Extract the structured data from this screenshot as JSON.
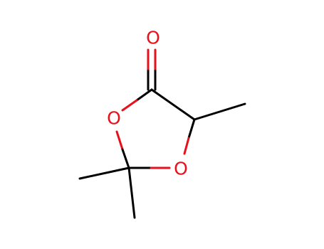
{
  "molecule": {
    "colors": {
      "bond": "#000000",
      "oxygen": "#e8101a",
      "background": "#ffffff"
    },
    "atoms": {
      "carbonyl_oxygen": "O",
      "ring_oxygen_left": "O",
      "ring_oxygen_right": "O"
    }
  }
}
